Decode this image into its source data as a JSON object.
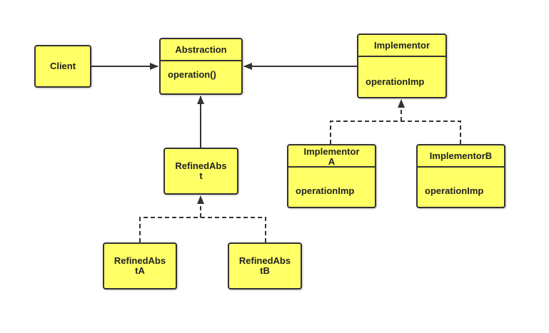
{
  "colors": {
    "box_fill": "#ffff66",
    "stroke": "#333333",
    "text": "#222222"
  },
  "nodes": {
    "client": {
      "label": "Client"
    },
    "abstraction": {
      "name": "Abstraction",
      "operation": "operation()"
    },
    "implementor": {
      "name": "Implementor",
      "operation": "operationImp"
    },
    "refined_abstraction": {
      "label": "RefinedAbs\nt"
    },
    "refined_abstraction_a": {
      "label": "RefinedAbs\ntA"
    },
    "refined_abstraction_b": {
      "label": "RefinedAbs\ntB"
    },
    "implementor_a": {
      "name": "Implementor\nA",
      "operation": "operationImp"
    },
    "implementor_b": {
      "name": "ImplementorB",
      "operation": "operationImp"
    }
  },
  "edges": [
    {
      "from": "client",
      "to": "abstraction",
      "kind": "association"
    },
    {
      "from": "implementor",
      "to": "abstraction",
      "kind": "association"
    },
    {
      "from": "refined_abstraction",
      "to": "abstraction",
      "kind": "inheritance"
    },
    {
      "from": "refined_abstraction_a",
      "to": "refined_abstraction",
      "kind": "realization"
    },
    {
      "from": "refined_abstraction_b",
      "to": "refined_abstraction",
      "kind": "realization"
    },
    {
      "from": "implementor_a",
      "to": "implementor",
      "kind": "realization"
    },
    {
      "from": "implementor_b",
      "to": "implementor",
      "kind": "realization"
    }
  ]
}
